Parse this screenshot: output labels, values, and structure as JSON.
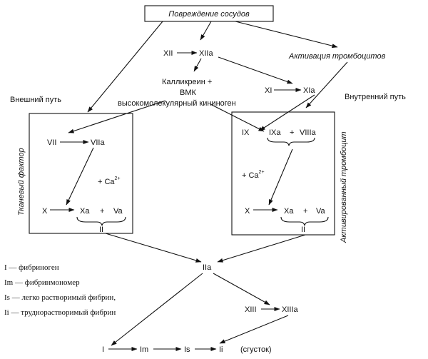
{
  "diagram": {
    "title": "Повреждение сосудов",
    "platelet_activation": "Активация тромбоцитов",
    "extrinsic_path": "Внешний путь",
    "intrinsic_path": "Внутренний путь",
    "tissue_factor": "Тканевый фактор",
    "activated_platelet": "Активированный тромбоцит",
    "top": {
      "xii": "XII",
      "xiia": "XIIa",
      "kallikrein_line1": "Калликреин +",
      "kallikrein_line2": "ВМК",
      "kallikrein_line3": "высокомолекулярный кининоген",
      "xi": "XI",
      "xia": "XIa"
    },
    "left_box": {
      "vii": "VII",
      "viia": "VIIa",
      "ca": "+ Ca",
      "ca_sup": "2+",
      "x": "X",
      "xa": "Xa",
      "plus": "+",
      "va": "Va",
      "ii": "II"
    },
    "right_box": {
      "ix": "IX",
      "ixa": "IXa",
      "plus": "+",
      "viiia": "VIIIa",
      "ca": "+ Ca",
      "ca_sup": "2+",
      "x": "X",
      "xa": "Xa",
      "plus2": "+",
      "va": "Va",
      "ii": "II"
    },
    "center": {
      "iia": "IIa",
      "xiii": "XIII",
      "xiiia": "XIIIa"
    },
    "bottom": {
      "i": "I",
      "im": "Im",
      "is": "Is",
      "ii": "Ii",
      "clot": "(сгусток)"
    },
    "legend": [
      "I — фибриноген",
      "Im — фибринмономер",
      "Is — легко растворимый фибрин,",
      "Ii — труднорастворимый фибрин"
    ]
  }
}
